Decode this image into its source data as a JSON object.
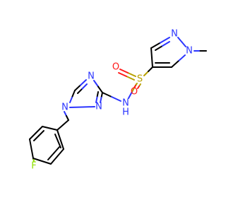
{
  "molecule": {
    "colors": {
      "carbon": "#000000",
      "nitrogen": "#2b35ff",
      "oxygen": "#ff1a1a",
      "sulfur": "#b8a000",
      "fluorine": "#8fe000"
    },
    "atoms": [
      {
        "id": "n_triazole_1",
        "element": "nitrogen",
        "label": "N"
      },
      {
        "id": "n_triazole_2",
        "element": "nitrogen",
        "label": "N"
      },
      {
        "id": "n_triazole_3",
        "element": "nitrogen",
        "label": "N"
      },
      {
        "id": "n_amide",
        "element": "nitrogen",
        "label": "N"
      },
      {
        "id": "h_amide",
        "element": "nitrogen",
        "label": "H"
      },
      {
        "id": "sulfur",
        "element": "sulfur",
        "label": "S"
      },
      {
        "id": "o_upper",
        "element": "oxygen",
        "label": "O"
      },
      {
        "id": "o_lower",
        "element": "oxygen",
        "label": "O"
      },
      {
        "id": "n_pyrazole_1",
        "element": "nitrogen",
        "label": "N"
      },
      {
        "id": "n_pyrazole_2",
        "element": "nitrogen",
        "label": "N"
      },
      {
        "id": "fluorine",
        "element": "fluorine",
        "label": "F"
      }
    ]
  }
}
